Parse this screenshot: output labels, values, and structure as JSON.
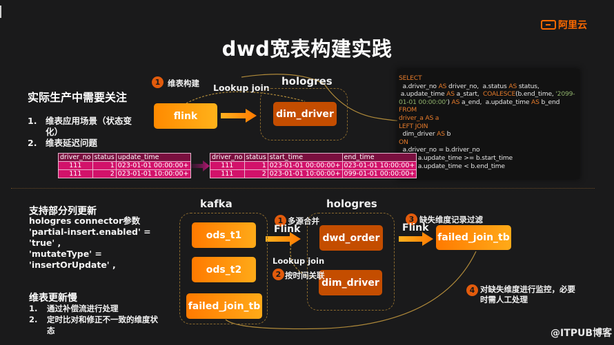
{
  "brand": {
    "logo_text": "阿里云",
    "accent": "#ff6a00"
  },
  "title": "dwd宽表构建实践",
  "section1": {
    "heading": "实际生产中需要关注",
    "items": [
      {
        "num": "1.",
        "text": "维表应用场景（状态变化）"
      },
      {
        "num": "2.",
        "text": "维表延迟问题"
      }
    ],
    "step_badge": "1",
    "step_label": "维表构建",
    "lookup_label": "Lookup join",
    "hologres_label": "hologres",
    "flink_box": "flink",
    "dim_box": "dim_driver",
    "sql": [
      [
        {
          "k": "kw",
          "t": "SELECT"
        }
      ],
      [
        {
          "k": "",
          "t": "  a.driver_no "
        },
        {
          "k": "kw",
          "t": "AS"
        },
        {
          "k": "",
          "t": " driver_no,  a.status "
        },
        {
          "k": "kw",
          "t": "AS"
        },
        {
          "k": "",
          "t": " status,"
        }
      ],
      [
        {
          "k": "",
          "t": " a.update_time "
        },
        {
          "k": "kw",
          "t": "AS"
        },
        {
          "k": "",
          "t": " a_start,  "
        },
        {
          "k": "kw",
          "t": "COALESCE"
        },
        {
          "k": "",
          "t": "(b.end_time, "
        },
        {
          "k": "str",
          "t": "'2099-"
        }
      ],
      [
        {
          "k": "str",
          "t": "01-01 00:00:00'"
        },
        {
          "k": "",
          "t": ") "
        },
        {
          "k": "kw",
          "t": "AS"
        },
        {
          "k": "",
          "t": " a_end,  a.update_time "
        },
        {
          "k": "kw",
          "t": "AS"
        },
        {
          "k": "",
          "t": " b_end"
        }
      ],
      [
        {
          "k": "kw",
          "t": "FROM"
        }
      ],
      [
        {
          "k": "kw",
          "t": "driver_a AS a"
        }
      ],
      [
        {
          "k": "kw",
          "t": "LEFT JOIN"
        }
      ],
      [
        {
          "k": "",
          "t": "  dim_driver "
        },
        {
          "k": "kw",
          "t": "AS"
        },
        {
          "k": "",
          "t": " b"
        }
      ],
      [
        {
          "k": "kw",
          "t": "ON"
        }
      ],
      [
        {
          "k": "",
          "t": "  a.driver_no = b.driver_no"
        }
      ],
      [
        {
          "k": "kw",
          "t": "  AND"
        },
        {
          "k": "",
          "t": " a.update_time >= b.start_time"
        }
      ],
      [
        {
          "k": "kw",
          "t": "  AND"
        },
        {
          "k": "",
          "t": " a.update_time < b.end_time"
        }
      ]
    ],
    "table_left": {
      "headers": [
        "driver_no",
        "status",
        "update_time"
      ],
      "rows": [
        [
          "111",
          "1",
          "023-01-01 00:00:00+"
        ],
        [
          "111",
          "2",
          "023-01-01 10:00:00+"
        ]
      ]
    },
    "table_right": {
      "headers": [
        "driver_no",
        "status",
        "start_time",
        "end_time"
      ],
      "rows": [
        [
          "111",
          "1",
          "023-01-01 00:00:00+",
          "023-01-01 10:00:00+"
        ],
        [
          "111",
          "2",
          "023-01-01 10:00:00+",
          "099-01-01 00:00:00+"
        ]
      ]
    }
  },
  "section2": {
    "heading": "支持部分列更新",
    "connector_lines": [
      "hologres connector参数",
      "'partial-insert.enabled' =",
      "'true' ,",
      "'mutateType' =",
      "'insertOrUpdate' ,"
    ],
    "slow_heading": "维表更新慢",
    "slow_items": [
      {
        "num": "1.",
        "text": "通过补偿流进行处理"
      },
      {
        "num": "2.",
        "text": "定时比对和修正不一致的维度状态"
      }
    ],
    "kafka_label": "kafka",
    "hologres_label": "hologres",
    "kafka_boxes": [
      "ods_t1",
      "ods_t2",
      "failed_join_tb"
    ],
    "hologres_boxes": [
      "dwd_order",
      "dim_driver"
    ],
    "flink_label_1": "Flink",
    "flink_label_2": "Flink",
    "lookup_label": "Lookup join",
    "steps": [
      {
        "badge": "1",
        "text": "多源合并"
      },
      {
        "badge": "2",
        "text": "按时间关联"
      },
      {
        "badge": "3",
        "text": "缺失维度记录过滤"
      },
      {
        "badge": "4",
        "text": "对缺失维度进行监控，必要时需人工处理"
      }
    ],
    "failed_box": "failed_join_tb"
  },
  "watermark": "@ITPUB博客"
}
